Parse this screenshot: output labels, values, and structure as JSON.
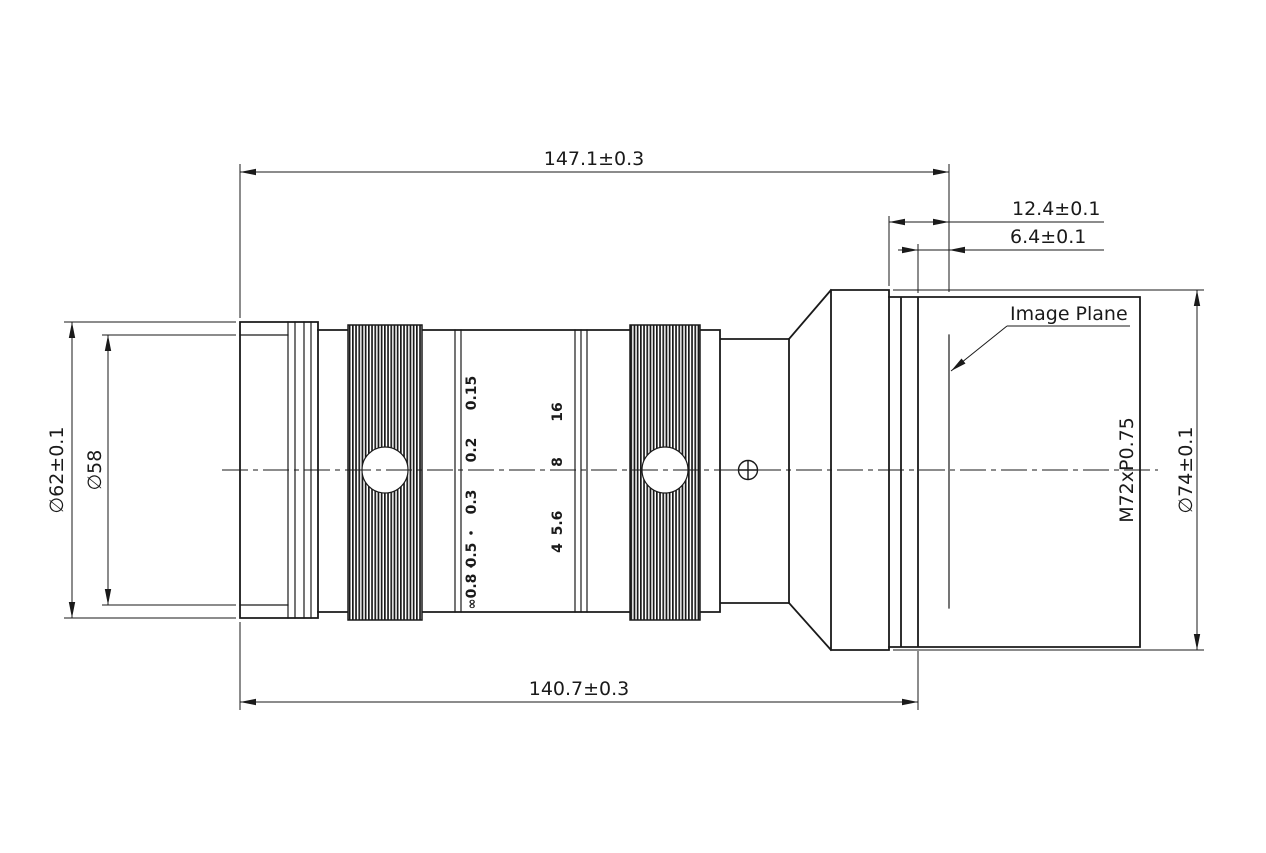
{
  "dimensions": {
    "overall_length": "147.1±0.3",
    "flange_to_image_plane": "12.4±0.1",
    "rear_step_to_image_plane": "6.4±0.1",
    "body_length": "140.7±0.3",
    "front_outer_diameter": "∅62±0.1",
    "front_inner_diameter": "∅58",
    "rear_diameter": "∅74±0.1",
    "rear_thread": "M72xP0.75"
  },
  "labels": {
    "image_plane": "Image Plane"
  },
  "scales": {
    "focus_distance": {
      "values": [
        "0.15",
        "0.2",
        "0.3",
        "0.5",
        "0.8"
      ],
      "infinity": "∞"
    },
    "aperture": {
      "values": [
        "16",
        "8",
        "5.6",
        "4"
      ]
    }
  },
  "colors": {
    "ink": "#1a1a1a",
    "background": "#ffffff"
  }
}
